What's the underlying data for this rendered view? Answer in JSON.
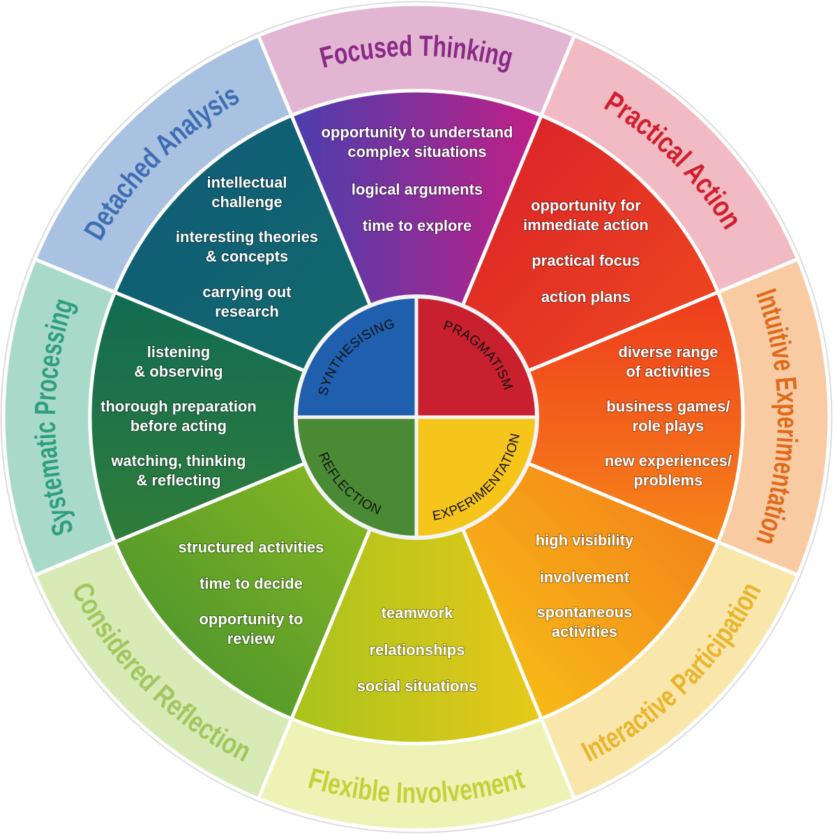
{
  "center": {
    "quadrants": [
      {
        "label": "SYNTHESISING",
        "color": "#1f5fae"
      },
      {
        "label": "PRAGMATISM",
        "color": "#c8202e"
      },
      {
        "label": "EXPERIMENTATION",
        "color": "#f6c51c"
      },
      {
        "label": "REFLECTION",
        "color": "#4b8a34"
      }
    ]
  },
  "sectors": [
    {
      "title": "Focused Thinking",
      "title_color": "#8b2a86",
      "ring_color": "#e2b5d3",
      "fill": [
        "#4a3fae",
        "#c21f86"
      ],
      "items": [
        [
          "opportunity to understand",
          "complex situations"
        ],
        [
          "logical arguments"
        ],
        [
          "time to explore"
        ]
      ]
    },
    {
      "title": "Practical Action",
      "title_color": "#d0202f",
      "ring_color": "#f2bac2",
      "fill": [
        "#d81f2a",
        "#f04a1e"
      ],
      "items": [
        [
          "opportunity for",
          "immediate action"
        ],
        [
          "practical focus"
        ],
        [
          "action plans"
        ]
      ]
    },
    {
      "title": "Intuitive Experimentation",
      "title_color": "#e06a1c",
      "ring_color": "#f8cba3",
      "fill": [
        "#ee3b1c",
        "#f7861a"
      ],
      "items": [
        [
          "diverse range",
          "of activities"
        ],
        [
          "business games/",
          "role plays"
        ],
        [
          "new experiences/",
          "problems"
        ]
      ]
    },
    {
      "title": "Interactive Participation",
      "title_color": "#e9b52c",
      "ring_color": "#f9e6aa",
      "fill": [
        "#f37a1a",
        "#f8c516"
      ],
      "items": [
        [
          "high visibility"
        ],
        [
          "involvement"
        ],
        [
          "spontaneous",
          "activities"
        ]
      ]
    },
    {
      "title": "Flexible Involvement",
      "title_color": "#c6d03a",
      "ring_color": "#eef2b4",
      "fill": [
        "#a8c41c",
        "#e8c81a"
      ],
      "items": [
        [
          "teamwork"
        ],
        [
          "relationships"
        ],
        [
          "social situations"
        ]
      ]
    },
    {
      "title": "Considered Reflection",
      "title_color": "#a3c760",
      "ring_color": "#d8eab6",
      "fill": [
        "#3f8d2e",
        "#8cba22"
      ],
      "items": [
        [
          "structured activities"
        ],
        [
          "time to decide"
        ],
        [
          "opportunity to",
          "review"
        ]
      ]
    },
    {
      "title": "Systematic Processing",
      "title_color": "#2f9f7e",
      "ring_color": "#a9dac9",
      "fill": [
        "#126b53",
        "#2f7d3a"
      ],
      "items": [
        [
          "listening",
          "& observing"
        ],
        [
          "thorough preparation",
          "before acting"
        ],
        [
          "watching, thinking",
          "& reflecting"
        ]
      ]
    },
    {
      "title": "Detached Analysis",
      "title_color": "#3f6fb2",
      "ring_color": "#a9c2e2",
      "fill": [
        "#0f5a7a",
        "#126a6a"
      ],
      "items": [
        [
          "intellectual",
          "challenge"
        ],
        [
          "interesting theories",
          "& concepts"
        ],
        [
          "carrying out",
          "research"
        ]
      ]
    }
  ]
}
